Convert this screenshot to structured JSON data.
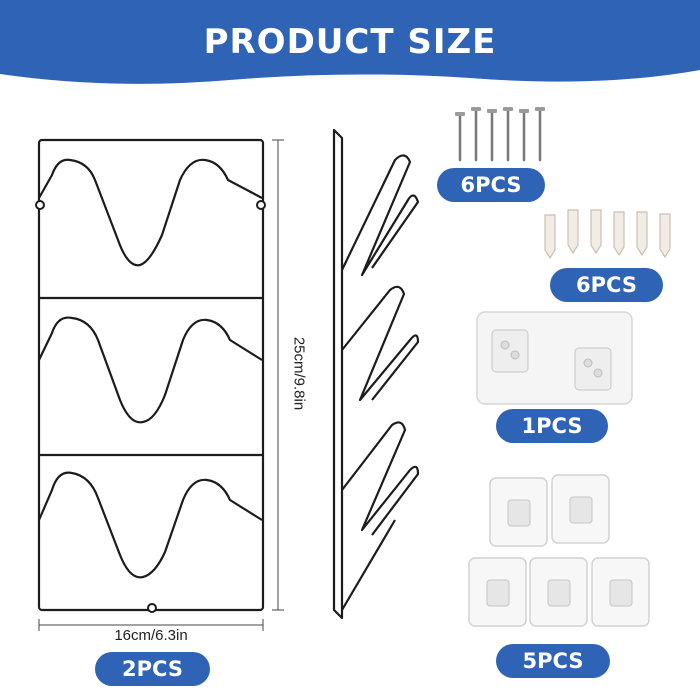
{
  "header": {
    "title": "PRODUCT SIZE"
  },
  "colors": {
    "banner": "#2f63b6",
    "badge": "#2f63b6",
    "wire": "#1c1c1c"
  },
  "rack": {
    "height_label": "25cm/9.8in",
    "width_label": "16cm/6.3in",
    "quantity": "2PCS"
  },
  "accessories": {
    "screws_quantity": "6PCS",
    "anchors_quantity": "6PCS",
    "adhesive_plate_quantity": "1PCS",
    "adhesive_hooks_quantity": "5PCS"
  }
}
